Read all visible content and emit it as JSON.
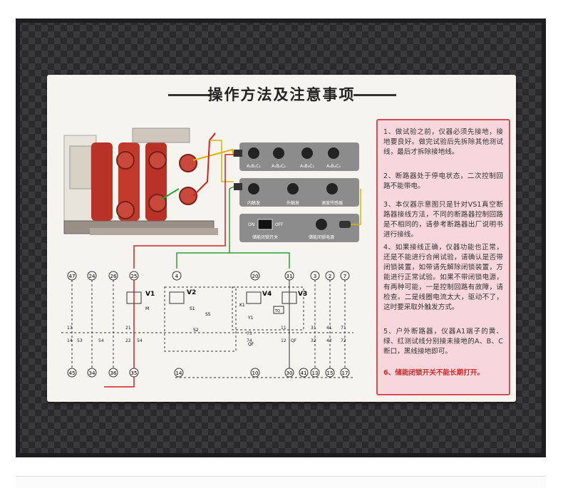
{
  "panel": {
    "title": "操作方法及注意事项"
  },
  "connectors": {
    "row1": [
      "A₁B₁C₁",
      "A₂B₂C₂",
      "A₃B₃C₃",
      "A₄B₄C₄"
    ],
    "row2": [
      "内触发",
      "外触发",
      "速度传感器"
    ],
    "switch_on": "ON",
    "switch_off": "OFF",
    "switch_label": "储能闭锁开关",
    "power_label": "储能闭锁电源"
  },
  "circuit": {
    "top_terminals": [
      "47",
      "24",
      "26",
      "25",
      "4",
      "20",
      "31",
      "3",
      "2",
      "7"
    ],
    "bottom_terminals": [
      "45",
      "34",
      "36",
      "35",
      "14",
      "10",
      "30",
      "41",
      "13",
      "15",
      "17"
    ],
    "devices": [
      "V1",
      "V2",
      "V4",
      "V3"
    ],
    "contact_labels": {
      "c1": [
        "13",
        "14",
        "53",
        "54"
      ],
      "c2": [
        "21",
        "22",
        "54"
      ],
      "c3": [
        "11",
        "12",
        "73",
        "74",
        "QF"
      ],
      "c4": [
        "31",
        "32",
        "41",
        "42",
        "71",
        "72"
      ]
    },
    "inner_labels": [
      "M",
      "TQ",
      "K1",
      "S1",
      "S5",
      "Y1",
      "QF",
      "S2"
    ]
  },
  "notes": [
    "1、做试验之前，仪器必须先接地，接地要良好。做完试验后先拆除其他测试线，最后才拆除接地线。",
    "2、断路器处于停电状态，二次控制回路不能带电。",
    "3、本仪器示意图只是针对VS1真空断路器接线方法，不同的断路器控制回路是不相同的，请参考断路器出厂说明书进行接线。",
    "4、如果接线正确，仪器功能也正常，还是不能进行合闸试验，请确认是否带闭锁装置，如带请先解除闭锁装置，方能进行正常试验。如果不带闭锁电源，有两种可能，一是控制回路有故障，请检查。二是线圈电流太大，驱动不了，这时要采取外触发方式。",
    "5、户外断路器，仪器A1端子的黄、绿、红测试线分别接未接地的A、B、C断口，黑线接地即可。",
    "6、储能闭锁开关不能长期打开。"
  ],
  "colors": {
    "panel": "#f6f4ee",
    "note_bg": "#f7d7dc",
    "note_border": "#d44a5a",
    "breaker_red": "#c0392b",
    "wire_red": "#d62020",
    "wire_green": "#2e9e3a",
    "wire_yellow": "#e1b000",
    "connector_bar": "#8c8c8c"
  }
}
